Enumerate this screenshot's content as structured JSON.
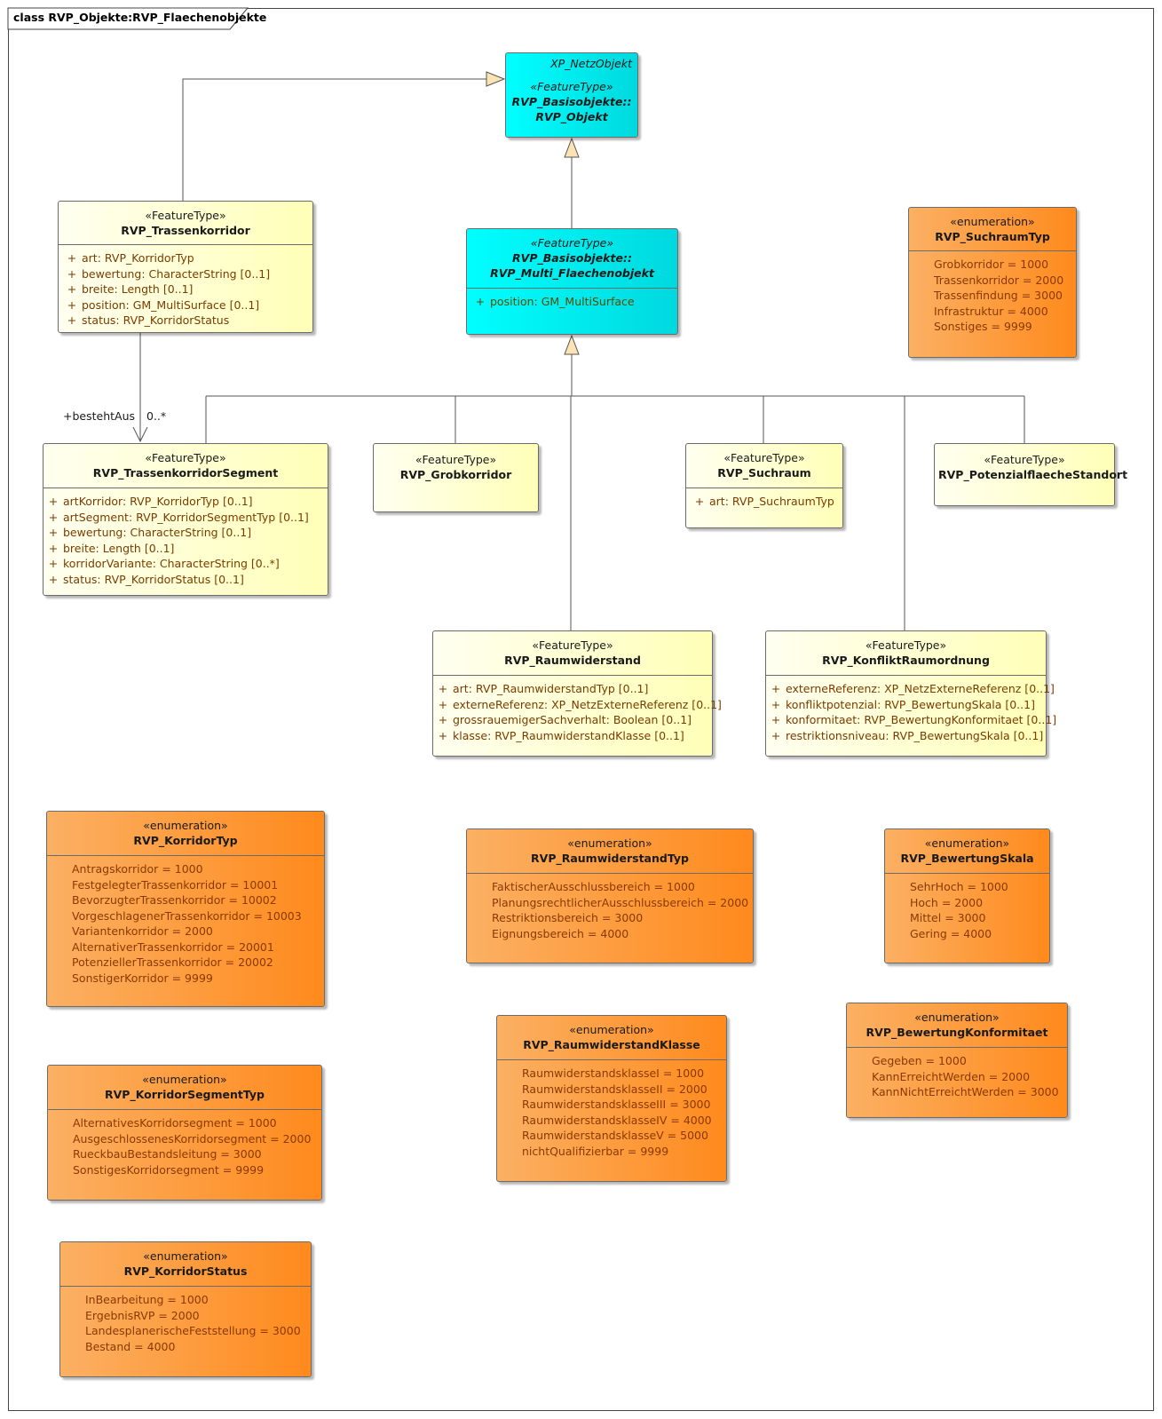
{
  "frame": {
    "title": "class RVP_Objekte:RVP_Flaechenobjekte"
  },
  "classes": {
    "rvp_objekt": {
      "parent": "XP_NetzObjekt",
      "stereotype": "«FeatureType»",
      "name_line1": "RVP_Basisobjekte::",
      "name_line2": "RVP_Objekt"
    },
    "multi_flaeche": {
      "stereotype": "«FeatureType»",
      "name_line1": "RVP_Basisobjekte::",
      "name_line2": "RVP_Multi_Flaechenobjekt",
      "attributes": [
        {
          "vis": "+",
          "text": "position: GM_MultiSurface"
        }
      ]
    },
    "trassenkorridor": {
      "stereotype": "«FeatureType»",
      "name": "RVP_Trassenkorridor",
      "attributes": [
        {
          "vis": "+",
          "text": "art: RVP_KorridorTyp"
        },
        {
          "vis": "+",
          "text": "bewertung: CharacterString [0..1]"
        },
        {
          "vis": "+",
          "text": "breite: Length [0..1]"
        },
        {
          "vis": "+",
          "text": "position: GM_MultiSurface [0..1]"
        },
        {
          "vis": "+",
          "text": "status: RVP_KorridorStatus"
        }
      ]
    },
    "segment": {
      "stereotype": "«FeatureType»",
      "name": "RVP_TrassenkorridorSegment",
      "attributes": [
        {
          "vis": "+",
          "text": "artKorridor: RVP_KorridorTyp [0..1]"
        },
        {
          "vis": "+",
          "text": "artSegment: RVP_KorridorSegmentTyp [0..1]"
        },
        {
          "vis": "+",
          "text": "bewertung: CharacterString [0..1]"
        },
        {
          "vis": "+",
          "text": "breite: Length [0..1]"
        },
        {
          "vis": "+",
          "text": "korridorVariante: CharacterString [0..*]"
        },
        {
          "vis": "+",
          "text": "status: RVP_KorridorStatus [0..1]"
        }
      ]
    },
    "grobkorridor": {
      "stereotype": "«FeatureType»",
      "name": "RVP_Grobkorridor"
    },
    "suchraum": {
      "stereotype": "«FeatureType»",
      "name": "RVP_Suchraum",
      "attributes": [
        {
          "vis": "+",
          "text": "art: RVP_SuchraumTyp"
        }
      ]
    },
    "potenzial": {
      "stereotype": "«FeatureType»",
      "name": "RVP_PotenzialflaecheStandort"
    },
    "raumwiderstand": {
      "stereotype": "«FeatureType»",
      "name": "RVP_Raumwiderstand",
      "attributes": [
        {
          "vis": "+",
          "text": "art: RVP_RaumwiderstandTyp [0..1]"
        },
        {
          "vis": "+",
          "text": "externeReferenz: XP_NetzExterneReferenz [0..1]"
        },
        {
          "vis": "+",
          "text": "grossrauemigerSachverhalt: Boolean [0..1]"
        },
        {
          "vis": "+",
          "text": "klasse: RVP_RaumwiderstandKlasse [0..1]"
        }
      ]
    },
    "konflikt": {
      "stereotype": "«FeatureType»",
      "name": "RVP_KonfliktRaumordnung",
      "attributes": [
        {
          "vis": "+",
          "text": "externeReferenz: XP_NetzExterneReferenz [0..1]"
        },
        {
          "vis": "+",
          "text": "konfliktpotenzial: RVP_BewertungSkala [0..1]"
        },
        {
          "vis": "+",
          "text": "konformitaet: RVP_BewertungKonformitaet [0..1]"
        },
        {
          "vis": "+",
          "text": "restriktionsniveau: RVP_BewertungSkala [0..1]"
        }
      ]
    }
  },
  "enums": {
    "suchraumtyp": {
      "stereotype": "«enumeration»",
      "name": "RVP_SuchraumTyp",
      "values": [
        "Grobkorridor = 1000",
        "Trassenkorridor = 2000",
        "Trassenfindung = 3000",
        "Infrastruktur = 4000",
        "Sonstiges = 9999"
      ]
    },
    "korridortyp": {
      "stereotype": "«enumeration»",
      "name": "RVP_KorridorTyp",
      "values": [
        "Antragskorridor = 1000",
        "FestgelegterTrassenkorridor = 10001",
        "BevorzugterTrassenkorridor = 10002",
        "VorgeschlagenerTrassenkorridor = 10003",
        "Variantenkorridor = 2000",
        "AlternativerTrassenkorridor = 20001",
        "PotenziellerTrassenkorridor = 20002",
        "SonstigerKorridor = 9999"
      ]
    },
    "raumwiderstandtyp": {
      "stereotype": "«enumeration»",
      "name": "RVP_RaumwiderstandTyp",
      "values": [
        "FaktischerAusschlussbereich = 1000",
        "PlanungsrechtlicherAusschlussbereich = 2000",
        "Restriktionsbereich = 3000",
        "Eignungsbereich = 4000"
      ]
    },
    "bewertungskala": {
      "stereotype": "«enumeration»",
      "name": "RVP_BewertungSkala",
      "values": [
        "SehrHoch = 1000",
        "Hoch = 2000",
        "Mittel = 3000",
        "Gering = 4000"
      ]
    },
    "segmenttyp": {
      "stereotype": "«enumeration»",
      "name": "RVP_KorridorSegmentTyp",
      "values": [
        "AlternativesKorridorsegment = 1000",
        "AusgeschlossenesKorridorsegment = 2000",
        "RueckbauBestandsleitung = 3000",
        "SonstigesKorridorsegment = 9999"
      ]
    },
    "raumwiderstandklasse": {
      "stereotype": "«enumeration»",
      "name": "RVP_RaumwiderstandKlasse",
      "values": [
        "RaumwiderstandsklasseI = 1000",
        "RaumwiderstandsklasseII = 2000",
        "RaumwiderstandsklasseIII = 3000",
        "RaumwiderstandsklasseIV = 4000",
        "RaumwiderstandsklasseV = 5000",
        "nichtQualifizierbar = 9999"
      ]
    },
    "konformitaet": {
      "stereotype": "«enumeration»",
      "name": "RVP_BewertungKonformitaet",
      "values": [
        "Gegeben = 1000",
        "KannErreichtWerden = 2000",
        "KannNichtErreichtWerden = 3000"
      ]
    },
    "korridorstatus": {
      "stereotype": "«enumeration»",
      "name": "RVP_KorridorStatus",
      "values": [
        "InBearbeitung = 1000",
        "ErgebnisRVP = 2000",
        "LandesplanerischeFeststellung = 3000",
        "Bestand = 4000"
      ]
    }
  },
  "association": {
    "role": "+bestehtAus",
    "multiplicity": "0..*"
  }
}
